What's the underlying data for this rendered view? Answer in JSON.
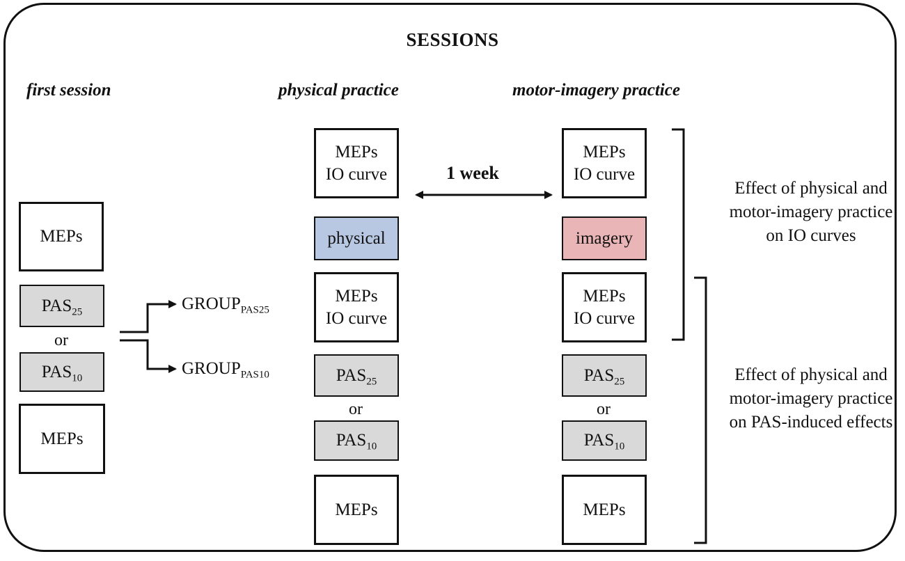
{
  "title": "SESSIONS",
  "columns": {
    "first": "first session",
    "physical": "physical practice",
    "imagery": "motor-imagery practice"
  },
  "labels": {
    "meps": "MEPs",
    "io_curve": "IO curve",
    "pas": "PAS",
    "sub25": "25",
    "sub10": "10",
    "or": "or",
    "physical": "physical",
    "imagery": "imagery",
    "group": "GROUP",
    "group_sub25": "PAS25",
    "group_sub10": "PAS10",
    "week": "1 week"
  },
  "effects": {
    "io": "Effect of physical and motor-imagery practice on IO curves",
    "pas": "Effect of physical and motor-imagery practice on PAS-induced effects"
  },
  "colors": {
    "physical_box": "#b8c8e2",
    "imagery_box": "#eab5b6",
    "pas_box": "#d9d9d9"
  }
}
